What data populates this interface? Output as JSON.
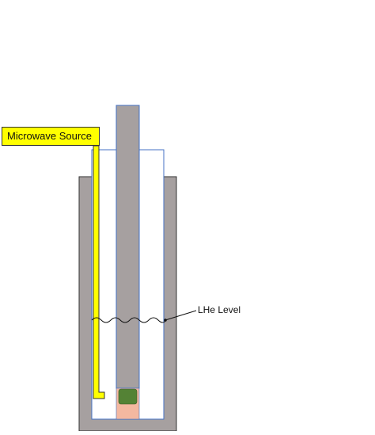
{
  "labels": {
    "microwave_source": "Microwave Source",
    "lhe_level": "LHe Level"
  },
  "colors": {
    "dewar_gray": "#a6a0a0",
    "dewar_outline": "#333333",
    "insert_outline": "#4472c4",
    "waveguide_yellow": "#ffff00",
    "sample_green": "#548235",
    "sample_holder": "#f4b8a0"
  },
  "icons": [
    "dewar-outer-wall",
    "inner-vacuum-space",
    "sample-rod",
    "waveguide",
    "sample",
    "liquid-helium-level-line"
  ]
}
